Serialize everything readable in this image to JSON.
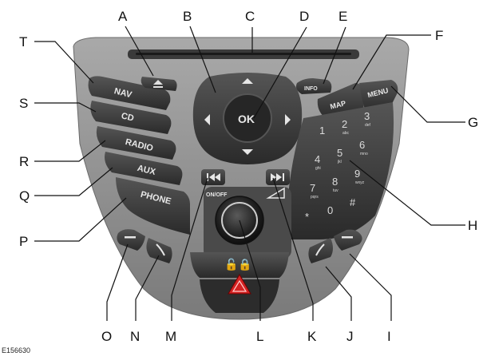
{
  "figure_code": "E156630",
  "callouts": [
    "A",
    "B",
    "C",
    "D",
    "E",
    "F",
    "G",
    "H",
    "I",
    "J",
    "K",
    "L",
    "M",
    "N",
    "O",
    "P",
    "Q",
    "R",
    "S",
    "T"
  ],
  "left_buttons": [
    "NAV",
    "CD",
    "RADIO",
    "AUX",
    "PHONE"
  ],
  "info_label": "INFO",
  "map_label": "MAP",
  "menu_label": "MENU",
  "ok_label": "OK",
  "onoff_label": "ON/OFF",
  "keypad": [
    {
      "digit": "1",
      "letters": ""
    },
    {
      "digit": "2",
      "letters": "abc"
    },
    {
      "digit": "3",
      "letters": "def"
    },
    {
      "digit": "4",
      "letters": "ghi"
    },
    {
      "digit": "5",
      "letters": "jkl"
    },
    {
      "digit": "6",
      "letters": "mno"
    },
    {
      "digit": "7",
      "letters": "pqrs"
    },
    {
      "digit": "8",
      "letters": "tuv"
    },
    {
      "digit": "9",
      "letters": "wxyz"
    },
    {
      "digit": "*",
      "letters": ""
    },
    {
      "digit": "0",
      "letters": ""
    },
    {
      "digit": "#",
      "letters": ""
    }
  ],
  "colors": {
    "panel": "#8c8c8c",
    "button": "#3a3a3a",
    "hazard": "#d42222",
    "line": "#111111"
  }
}
